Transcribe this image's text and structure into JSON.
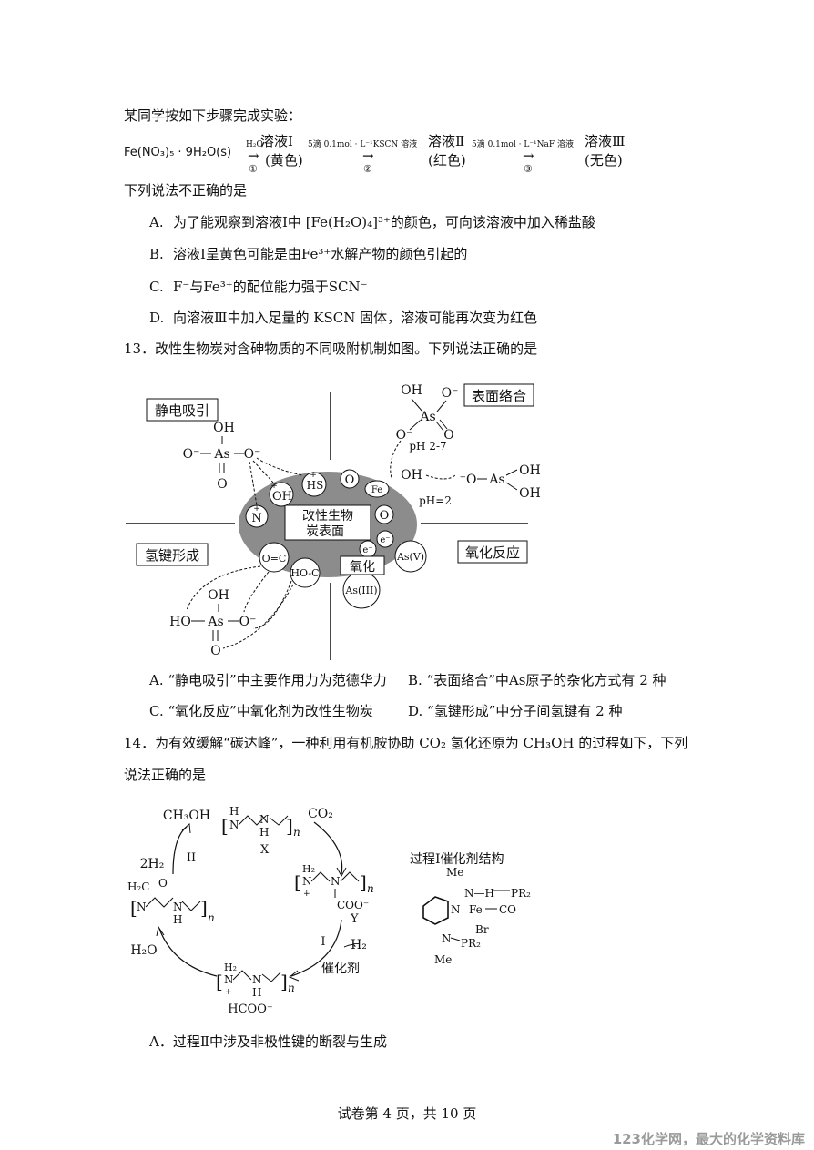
{
  "intro": "某同学按如下步骤完成实验：",
  "reaction": {
    "reactant": "Fe(NO₃)₅ · 9H₂O(s)",
    "step1_reagent": "H₂O",
    "step1_num": "①",
    "sol1": "溶液Ⅰ",
    "sol1_color": "(黄色)",
    "step2_reagent": "5滴 0.1mol · L⁻¹KSCN 溶液",
    "step2_num": "②",
    "sol2": "溶液Ⅱ",
    "sol2_color": "(红色)",
    "step3_reagent": "5滴 0.1mol · L⁻¹NaF 溶液",
    "step3_num": "③",
    "sol3": "溶液Ⅲ",
    "sol3_color": "(无色)"
  },
  "q12": {
    "stem": "下列说法不正确的是",
    "options": [
      {
        "label": "A.",
        "text": "为了能观察到溶液Ⅰ中 [Fe(H₂O)₄]³⁺的颜色，可向该溶液中加入稀盐酸"
      },
      {
        "label": "B.",
        "text": "溶液Ⅰ呈黄色可能是由Fe³⁺水解产物的颜色引起的"
      },
      {
        "label": "C.",
        "text": "F⁻与Fe³⁺的配位能力强于SCN⁻"
      },
      {
        "label": "D.",
        "text": "向溶液Ⅲ中加入足量的 KSCN 固体，溶液可能再次变为红色"
      }
    ]
  },
  "q13": {
    "stem": "13．改性生物炭对含砷物质的不同吸附机制如图。下列说法正确的是",
    "diagram": {
      "box_electrostatic": "静电吸引",
      "box_surface": "表面络合",
      "box_hbond": "氢键形成",
      "box_redox": "氧化反应",
      "center1": "改性生物",
      "center2": "炭表面",
      "oxidation": "氧化",
      "ph27": "pH 2-7",
      "ph2": "pH=2",
      "oh": "OH",
      "as": "As",
      "o": "O",
      "o_minus": "O⁻",
      "neg_o": "⁻O",
      "hs": "HS",
      "n": "N",
      "fe": "Fe",
      "e": "e⁻",
      "asv": "As(V)",
      "asiii": "As(III)",
      "oc": "O=C",
      "hoc": "HO-C",
      "ho": "HO",
      "plus": "+"
    },
    "optA": "A. “静电吸引”中主要作用力为范德华力",
    "optB": "B. “表面络合”中As原子的杂化方式有 2 种",
    "optC": "C. “氧化反应”中氧化剂为改性生物炭",
    "optD": "D. “氢键形成”中分子间氢键有 2 种"
  },
  "q14": {
    "stem_line1": "14．为有效缓解“碳达峰”，一种利用有机胺协助 CO₂ 氢化还原为 CH₃OH 的过程如下，下列",
    "stem_line2": "说法正确的是",
    "cycle": {
      "ch3oh": "CH₃OH",
      "co2": "CO₂",
      "two_h2": "2H₂",
      "h2o": "H₂O",
      "h2": "H₂",
      "roman2": "II",
      "roman1": "I",
      "x": "X",
      "y": "Y",
      "catalyst": "催化剂",
      "hcoo": "HCOO⁻",
      "coo": "COO⁻",
      "h2c": "H₂C",
      "n": "N",
      "h": "H",
      "h2plus": "H₂",
      "plus": "+",
      "sub_n": "n"
    },
    "catalyst_title": "过程I催化剂结构",
    "catalyst": {
      "me": "Me",
      "nh": "N—H",
      "pr2": "PR₂",
      "fe": "Fe",
      "co": "CO",
      "br": "Br",
      "n": "N"
    },
    "optA": "A．过程Ⅱ中涉及非极性键的断裂与生成"
  },
  "footer": "试卷第 4 页，共 10 页",
  "watermark": "123化学网，最大的化学资料库"
}
